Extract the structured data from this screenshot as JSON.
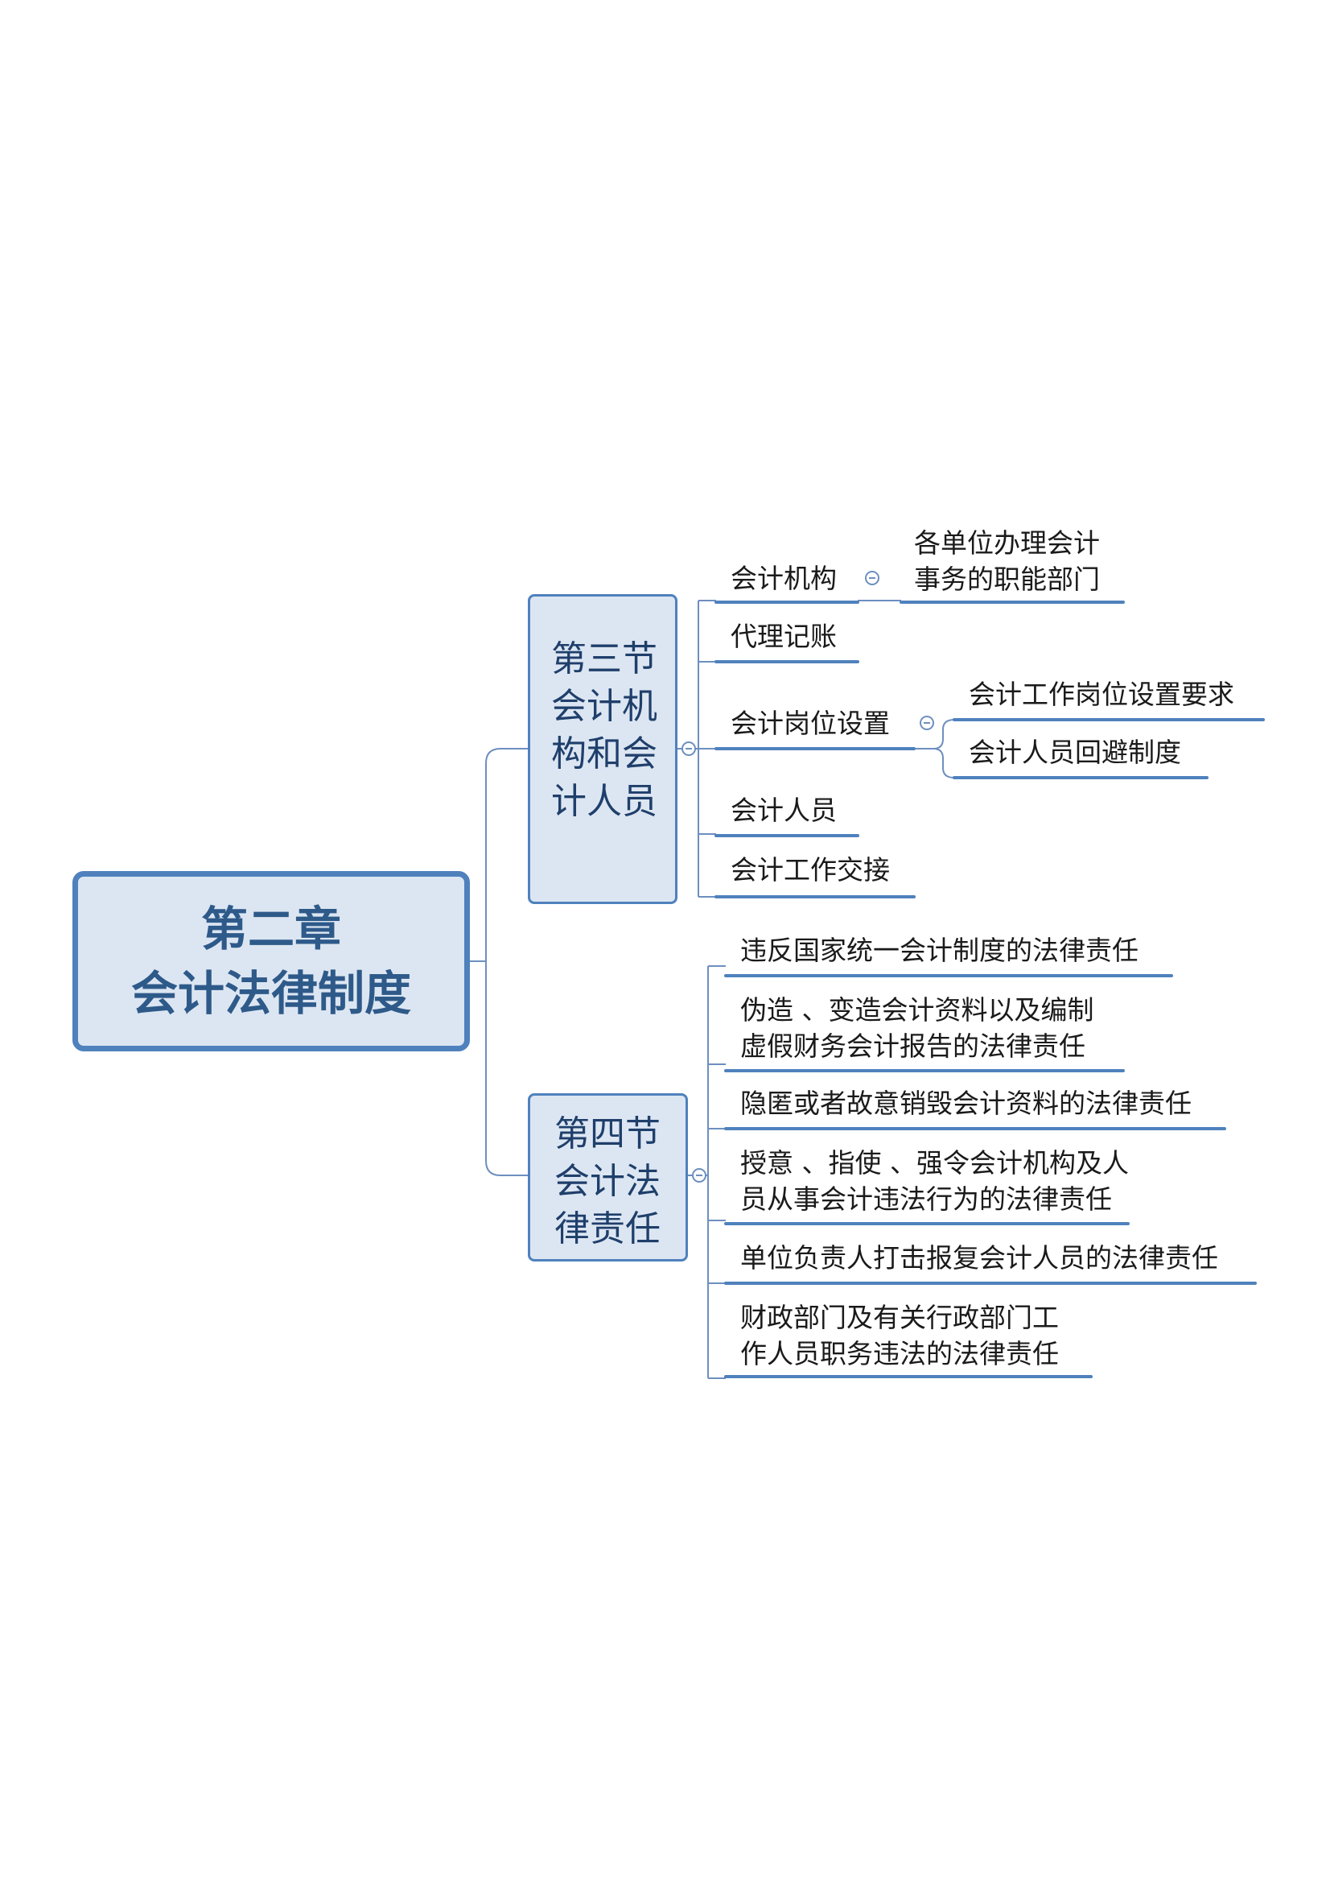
{
  "root": {
    "line1": "第二章",
    "line2": "会计法律制度"
  },
  "section3": {
    "title": "第三节 会计机构和会计人员",
    "items": [
      {
        "label": "会计机构",
        "children": [
          "各单位办理会计事务的职能部门"
        ]
      },
      {
        "label": "代理记账"
      },
      {
        "label": "会计岗位设置",
        "children": [
          "会计工作岗位设置要求",
          "会计人员回避制度"
        ]
      },
      {
        "label": "会计人员"
      },
      {
        "label": "会计工作交接"
      }
    ]
  },
  "section4": {
    "title": "第四节会计法律责任",
    "items": [
      "违反国家统一会计制度的法律责任",
      "伪造 、变造会计资料以及编制虚假财务会计报告的法律责任",
      "隐匿或者故意销毁会计资料的法律责任",
      "授意 、指使 、强令会计机构及人员从事会计违法行为的法律责任",
      "单位负责人打击报复会计人员的法律责任",
      "财政部门及有关行政部门工作人员职务违法的法律责任"
    ]
  },
  "colors": {
    "node_fill": "#dce6f2",
    "node_border": "#4f81bd",
    "line": "#4f81bd",
    "root_text": "#2e5a8a"
  }
}
